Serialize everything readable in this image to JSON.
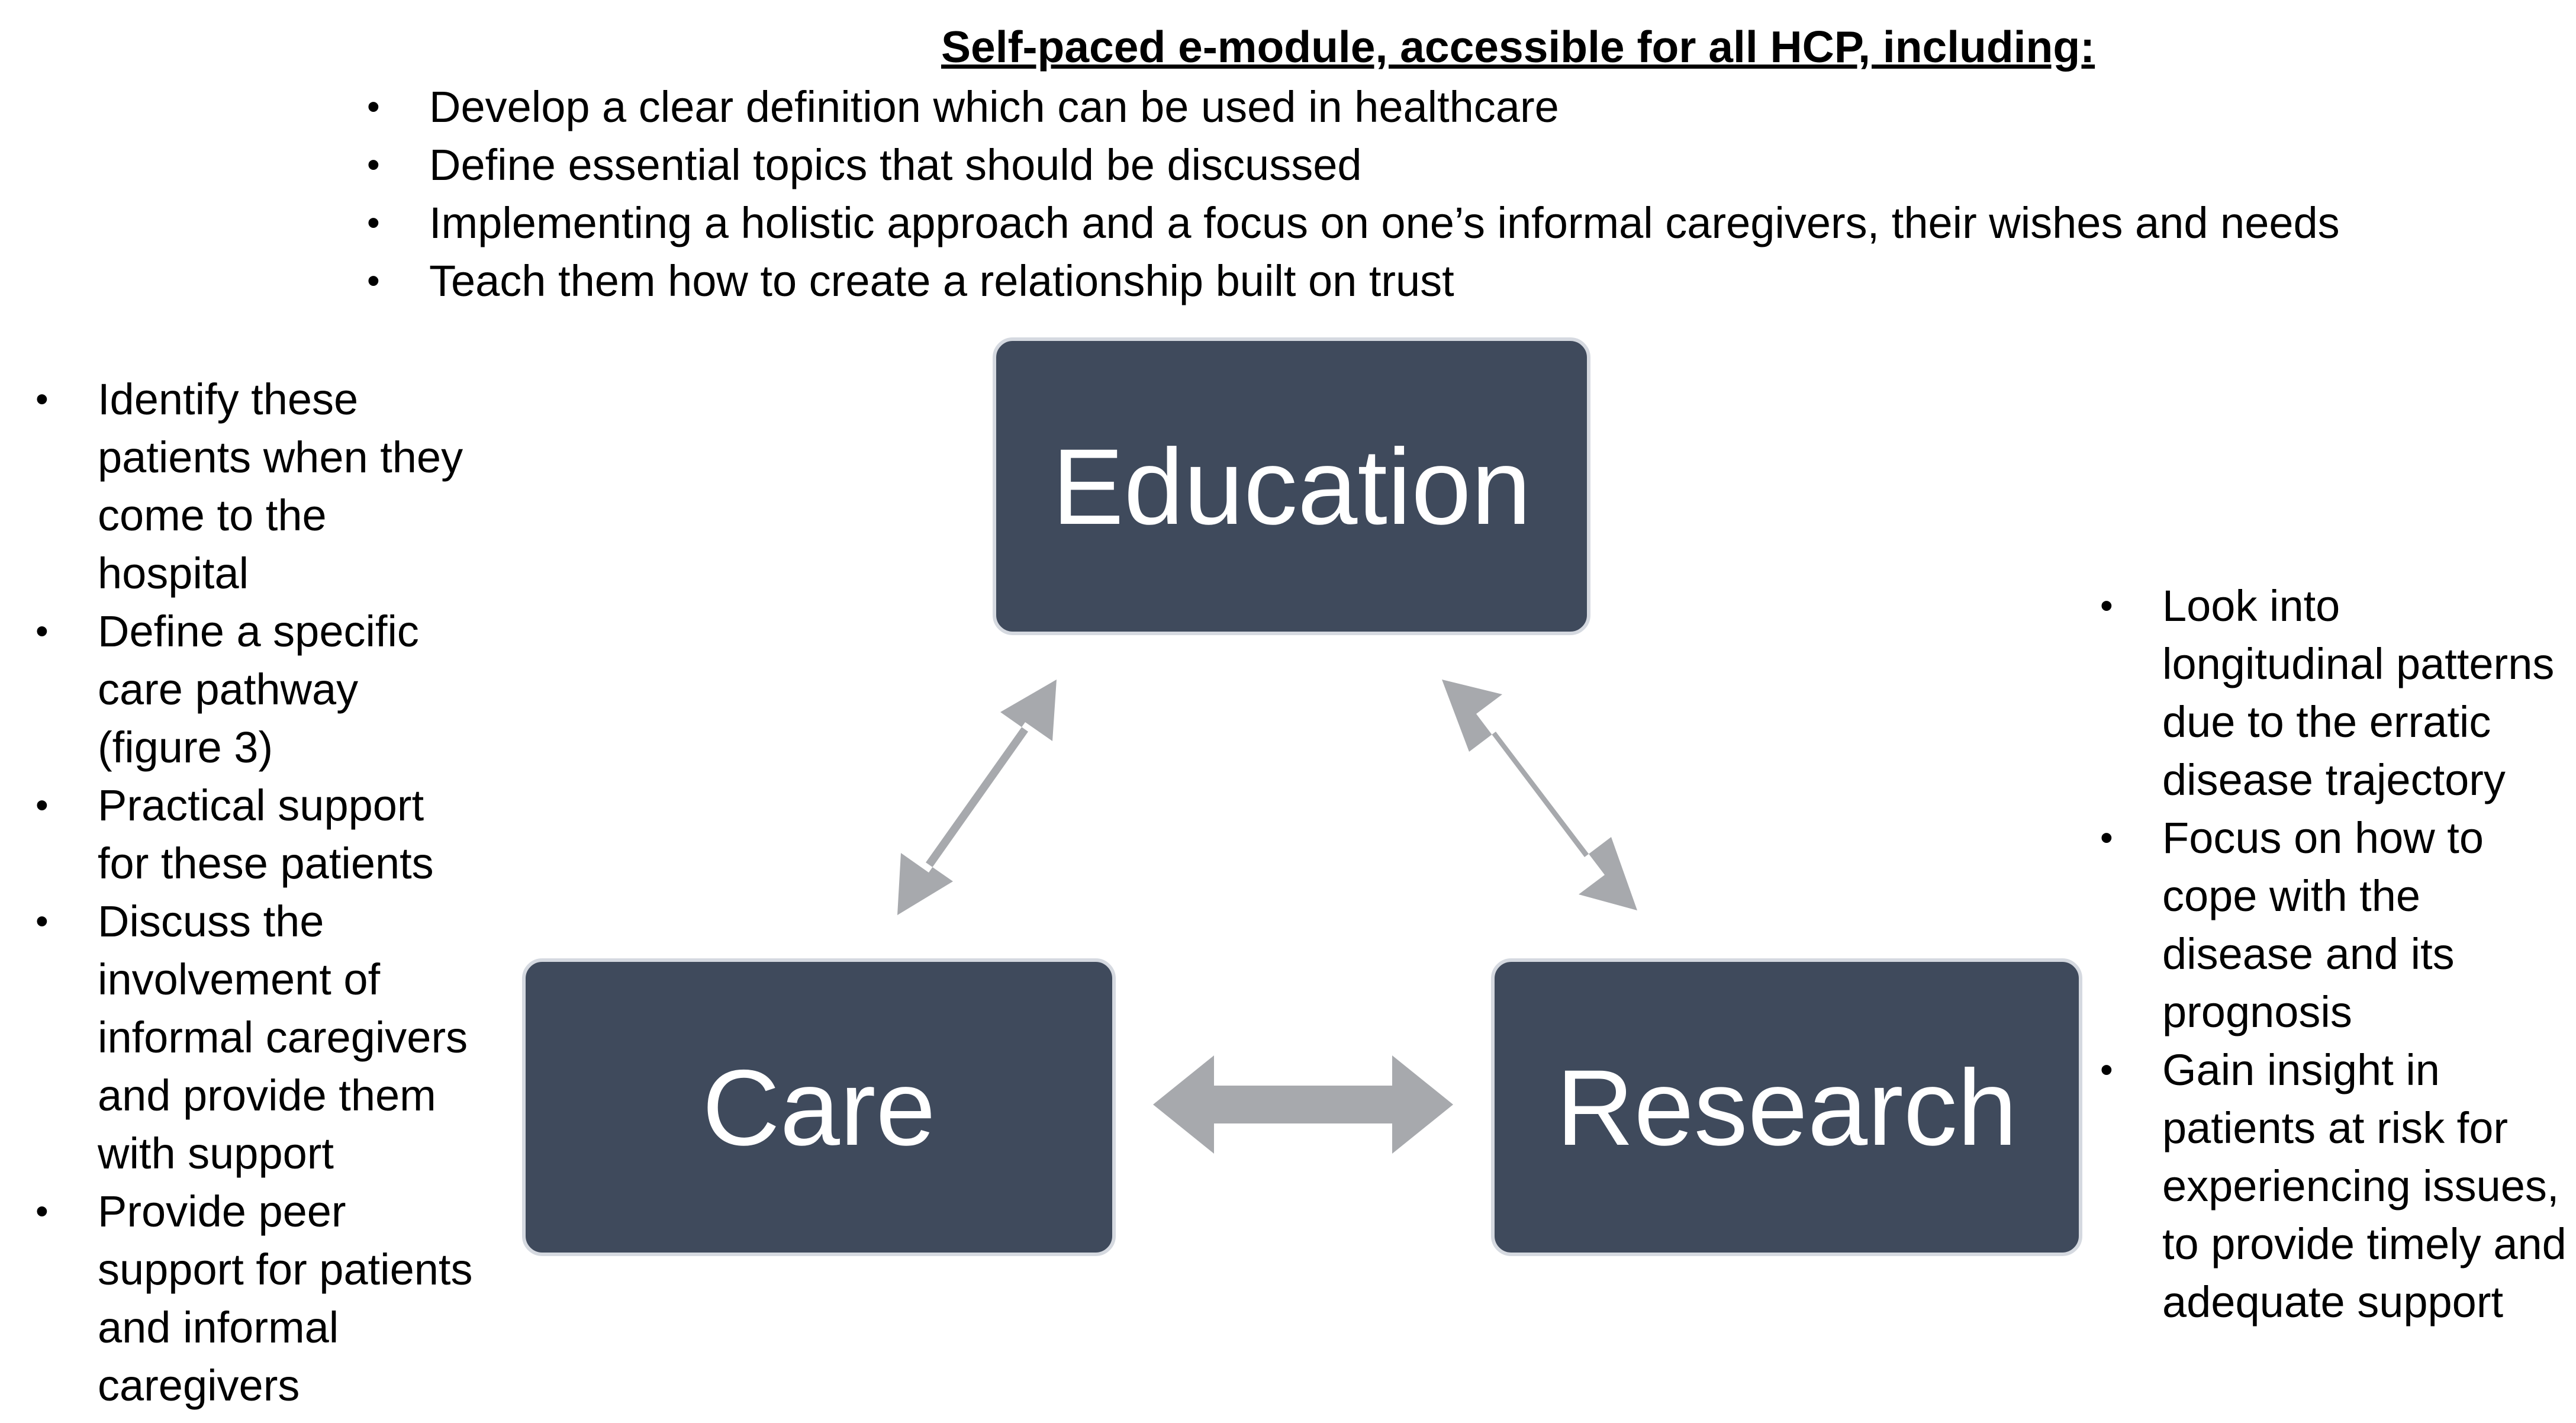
{
  "heading": "Self-paced e-module, accessible for all HCP, including:",
  "top_bullets": [
    "Develop a clear definition which can be used in healthcare",
    "Define essential topics that should be discussed",
    "Implementing a holistic approach and a focus on one’s informal caregivers, their wishes and needs",
    "Teach them how to create a relationship built on trust"
  ],
  "boxes": {
    "education": "Education",
    "care": "Care",
    "research": "Research"
  },
  "left_bullets": [
    "Identify these patients when they come to the hospital",
    "Define a specific care pathway (figure 3)",
    "Practical support for these patients",
    "Discuss the involvement of informal caregivers and provide them with support",
    "Provide peer support for patients and informal caregivers"
  ],
  "right_bullets": [
    "Look into longitudinal patterns due to the erratic disease trajectory",
    "Focus on how to cope with the disease and its prognosis",
    "Gain insight in patients at risk for experiencing issues, to provide timely and adequate support"
  ],
  "colors": {
    "box_fill": "#3f4a5c",
    "box_border": "#d5d9e0",
    "box_text": "#ffffff",
    "arrow": "#a7a9ad"
  }
}
